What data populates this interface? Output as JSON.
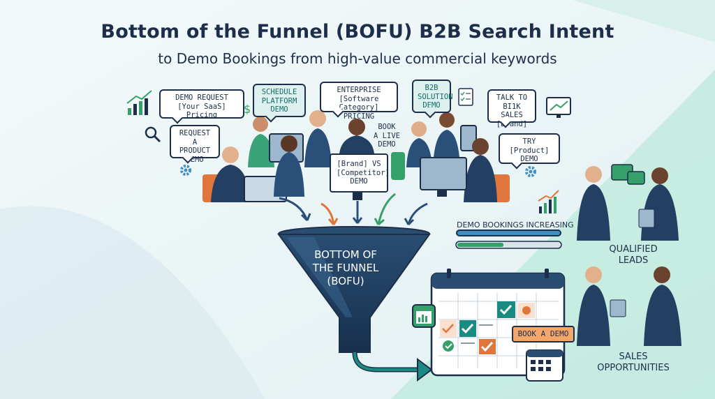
{
  "title": "Bottom of the Funnel (BOFU) B2B Search Intent",
  "subtitle": "to Demo Bookings  from high-value commercial keywords",
  "keyword_bubbles": [
    {
      "id": "demo-request",
      "text": "DEMO REQUEST\n[Your SaaS] Pricing"
    },
    {
      "id": "schedule-platform-demo",
      "text": "SCHEDULE\nPLATFORM\nDEMO"
    },
    {
      "id": "enterprise-pricing",
      "text": "ENTERPRISE\n[Software Category]\nPRICING"
    },
    {
      "id": "b2b-solution-demo",
      "text": "B2B\nSOLUTION\nDEMO"
    },
    {
      "id": "talk-to-sales",
      "text": "TALK TO\nBI1K SALES\n[Brand]"
    },
    {
      "id": "request-product-demo",
      "text": "REQUEST\nA PRODUCT\nDEMO"
    },
    {
      "id": "book-live-demo",
      "text": "BOOK\nA LIVE\nDEMO"
    },
    {
      "id": "try-product-demo",
      "text": "TRY [Product]\nDEMO"
    },
    {
      "id": "brand-vs-competitor",
      "text": "[Brand] VS\n[Competitor]\nDEMO"
    }
  ],
  "funnel_label": "BOTTOM OF\nTHE FUNNEL\n(BOFU)",
  "progress": {
    "label": "DEMO BOOKINGS INCREASING",
    "bar1_fraction": 1.0,
    "bar2_fraction": 0.45
  },
  "book_demo_button": "BOOK A DEMO",
  "outcomes": [
    {
      "id": "qualified-leads",
      "label": "QUALIFIED\nLEADS"
    },
    {
      "id": "sales-opportunities",
      "label": "SALES\nOPPORTUNITIES"
    }
  ],
  "colors": {
    "navy": "#1d2e4a",
    "teal": "#0f6e67",
    "green": "#35a06a",
    "orange": "#e0763c",
    "mint": "#a9e3d3",
    "bg": "#eaf4f6"
  },
  "icons": [
    "bar-chart-icon",
    "magnifier-icon",
    "gear-icon",
    "dollar-icon",
    "checklist-icon",
    "monitor-chart-icon",
    "calendar-icon"
  ]
}
